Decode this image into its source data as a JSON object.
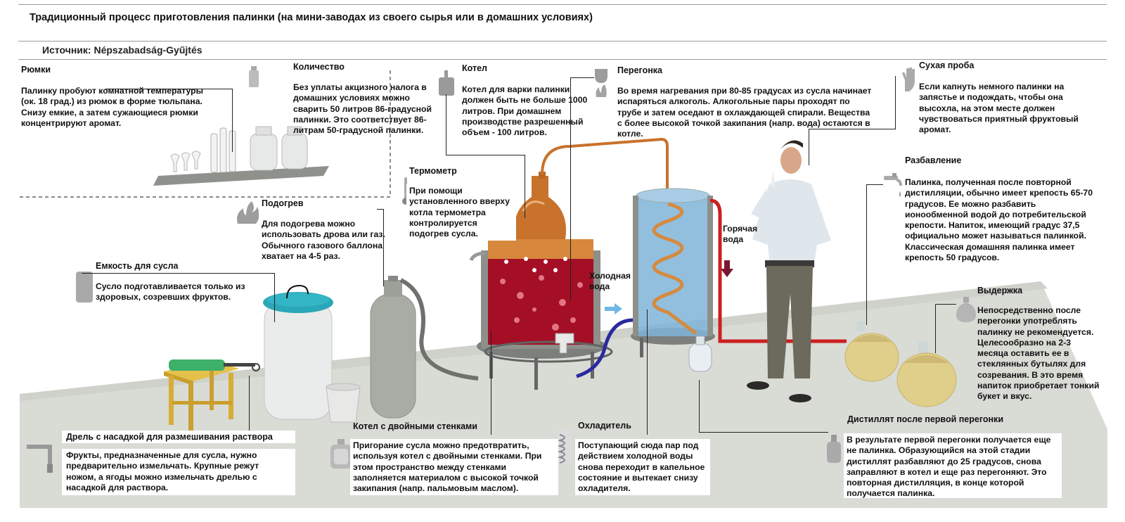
{
  "header": {
    "title": "Традиционный процесс приготовления палинки (на мини-заводах из своего сырья или в домашних условиях)",
    "source": "Источник: Népszabadság-Gyűjtés"
  },
  "labels": {
    "hot_water": "Горячая\nвода",
    "cold_water": "Холодная\nвода"
  },
  "sections": {
    "glasses": {
      "title": "Рюмки",
      "text": "Палинку пробуют комнатной температуры (ок. 18 град.) из рюмок в форме тюльпана. Снизу емкие, а затем сужающиеся рюмки концентрируют аромат."
    },
    "quantity": {
      "title": "Количество",
      "text": "Без уплаты акцизного налога в домашних условиях можно сварить 50 литров 86-градусной палинки. Это соответствует 86-литрам 50-градусной палинки."
    },
    "boiler": {
      "title": "Котел",
      "text": "Котел для варки палинки должен быть не больше 1000 литров. При домашнем производстве разрешенный объем - 100 литров."
    },
    "distill": {
      "title": "Перегонка",
      "text": "Во время нагревания при 80-85 градусах из сусла начинает испаряться алкоголь. Алкогольные пары проходят по трубе и затем оседают в охлаждающей спирали. Вещества с более высокой точкой закипания (напр. вода) остаются в котле."
    },
    "dry_test": {
      "title": "Сухая проба",
      "text": "Если капнуть немного палинки на запястье и подождать, чтобы она высохла, на этом месте должен чувствоваться приятный фруктовый аромат."
    },
    "thermo": {
      "title": "Термометр",
      "text": "При помощи установленного вверху котла термометра контролируется подогрев сусла."
    },
    "heating": {
      "title": "Подогрев",
      "text": "Для подогрева можно использовать дрова или газ. Обычного газового баллона хватает на 4-5 раз."
    },
    "dilution": {
      "title": "Разбавление",
      "text": "Палинка, полученная после повторной дистилляции, обычно имеет крепость 65-70 градусов. Ее можно разбавить ионообменной водой до потребительской крепости. Напиток, имеющий градус 37,5 официально может называться палинкой. Классическая домашняя палинка имеет крепость 50 градусов."
    },
    "mash": {
      "title": "Емкость для сусла",
      "text": "Сусло подготавливается только из здоровых, созревших фруктов."
    },
    "aging": {
      "title": "Выдержка",
      "text": "Непосредственно после перегонки употреблять палинку не рекомендуется. Целесообразно на 2-3 месяца оставить ее в стеклянных бутылях для созревания. В это время напиток приобретает тонкий букет и вкус."
    },
    "drill": {
      "title": "Дрель с насадкой для размешивания раствора",
      "text": "Фрукты, предназначенные для сусла, нужно предварительно измельчать. Крупные режут ножом, а ягоды можно измельчать дрелью с насадкой для раствора."
    },
    "double_wall": {
      "title": "Котел с двойными стенками",
      "text": "Пригорание сусла можно предотвратить, используя котел с двойными стенками. При этом пространство между стенками заполняется материалом с высокой точкой закипания (напр. пальмовым маслом)."
    },
    "cooler": {
      "title": "Охладитель",
      "text": "Поступающий сюда пар под действием холодной воды снова переходит в капельное состояние и вытекает снизу охладителя."
    },
    "first_distillate": {
      "title": "Дистиллят после первой перегонки",
      "text": "В результате первой перегонки получается еще не палинка. Образующийся на этой стадии дистиллят разбавляют до 25 градусов, снова заправляют в котел и еще раз перегоняют. Это повторная дистилляция, в конце которой получается палинка."
    }
  },
  "colors": {
    "floor": "#d9dbd5",
    "copper": "#c8722c",
    "mash": "#9c1a28",
    "water": "#7fb4d8",
    "hot_pipe": "#cc1f1f",
    "cold_pipe": "#2a2aa0",
    "gas": "#a9aba5",
    "barrel": "#e9ecea",
    "lid": "#2aa7b8",
    "wicker": "#e0cf8a",
    "icon": "#999999"
  }
}
